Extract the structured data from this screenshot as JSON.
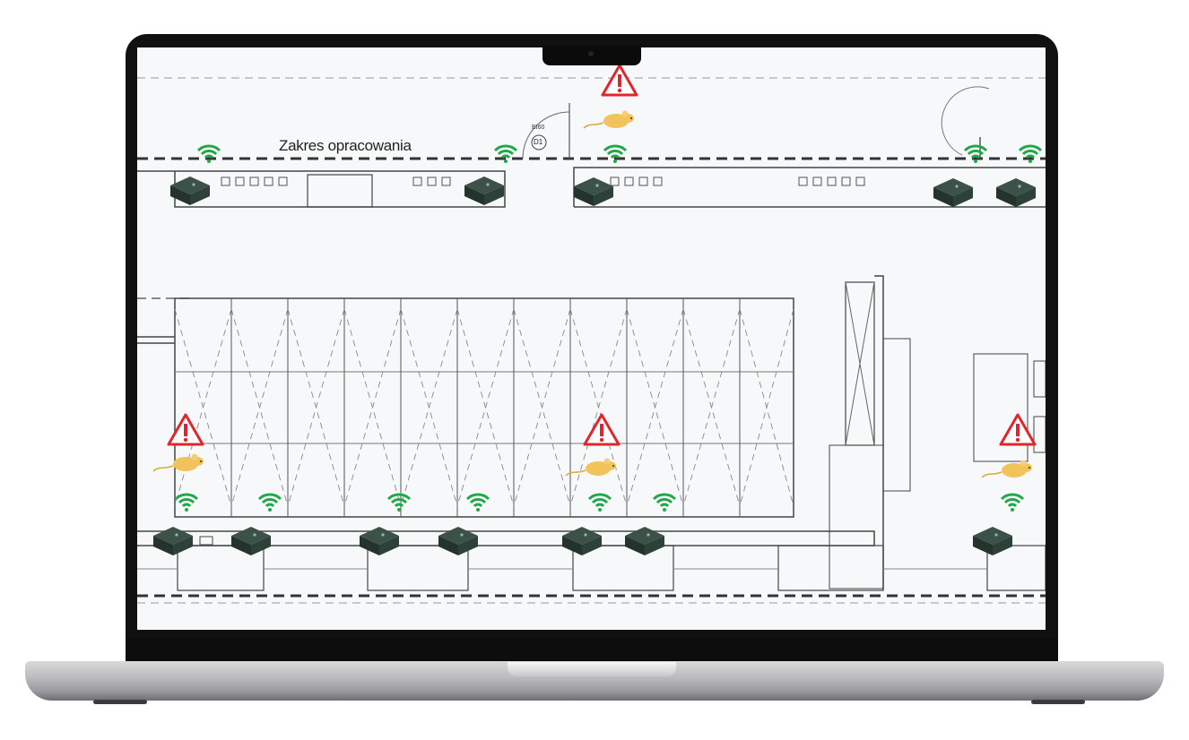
{
  "plan": {
    "area_label": "Zakres opracowania",
    "door_label": "D1",
    "door_rating": "EI60"
  },
  "colors": {
    "wifi": "#22a84a",
    "warning": "#e0262c",
    "sensor": "#2b3e36",
    "rat": "#f1c35a"
  },
  "icons": {
    "sensor": "sensor-device-icon",
    "wifi": "wifi-signal-icon",
    "warning": "warning-triangle-icon",
    "rat": "rodent-icon"
  }
}
